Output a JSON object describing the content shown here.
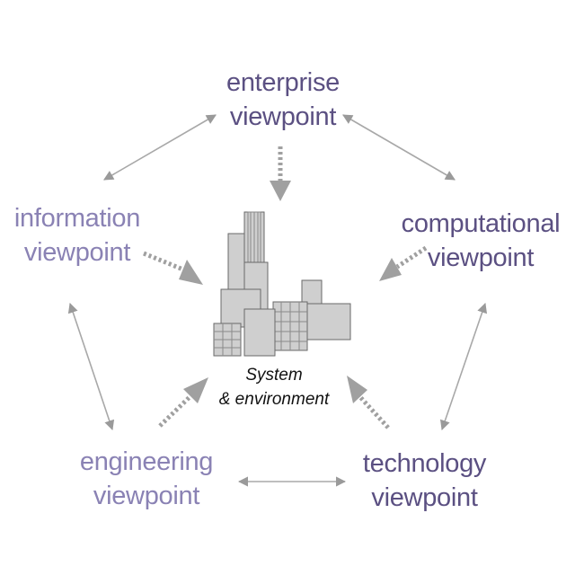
{
  "viewpoints": {
    "enterprise": [
      "enterprise",
      "viewpoint"
    ],
    "information": [
      "information",
      "viewpoint"
    ],
    "computational": [
      "computational",
      "viewpoint"
    ],
    "engineering": [
      "engineering",
      "viewpoint"
    ],
    "technology": [
      "technology",
      "viewpoint"
    ]
  },
  "center": {
    "line1": "System",
    "line2": "& environment"
  },
  "colors": {
    "viewpoint_dark": "#5b5082",
    "viewpoint_light": "#8a82b4",
    "connector": "#9a9a9a",
    "building_fill": "#cfcfcf",
    "building_stroke": "#6a6a6a"
  },
  "icons": [
    "system-buildings-icon",
    "double-arrow-connector",
    "dotted-arrow-icon"
  ]
}
